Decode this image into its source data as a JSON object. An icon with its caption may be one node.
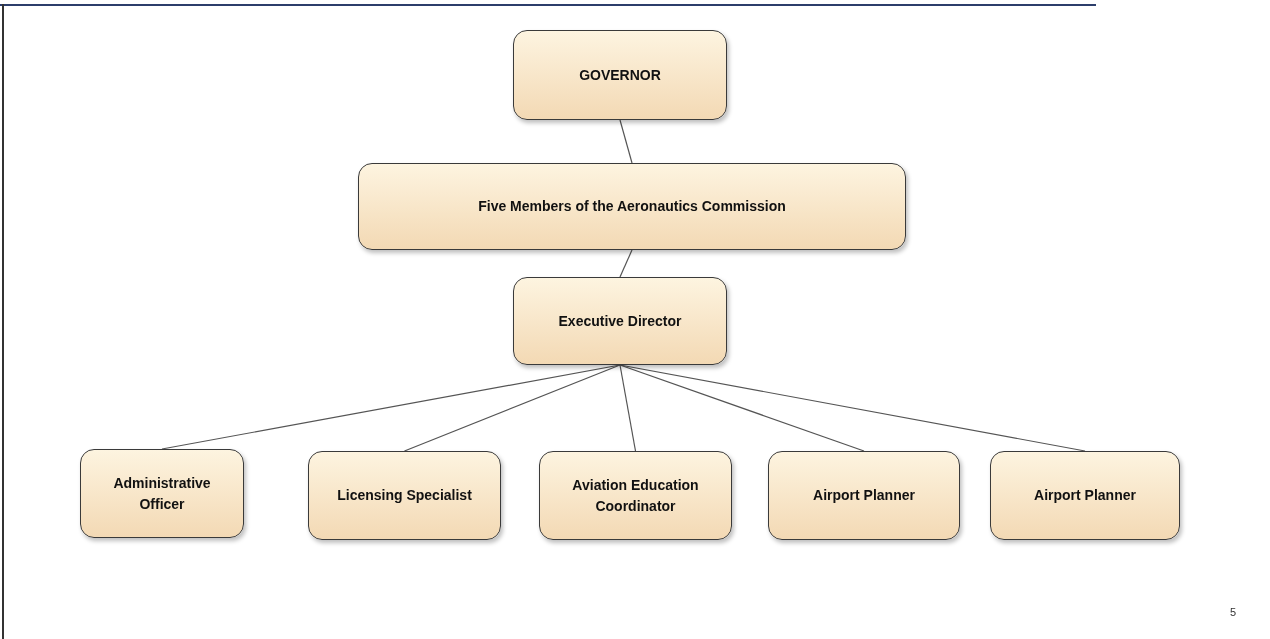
{
  "diagram": {
    "nodes": [
      {
        "text": [
          "GOVERNOR"
        ]
      },
      {
        "text": [
          "Five Members of the Aeronautics Commission"
        ]
      },
      {
        "text": [
          "Executive Director"
        ]
      },
      {
        "text": [
          "Administrative Officer"
        ]
      },
      {
        "text": [
          "Licensing Specialist"
        ]
      },
      {
        "text": [
          "Aviation Education Coordinator"
        ]
      },
      {
        "text": [
          "Airport Planner"
        ]
      },
      {
        "text": [
          "Airport Planner"
        ]
      }
    ],
    "edges": [
      {
        "from": 0,
        "to": 1,
        "arrow": "none"
      },
      {
        "from": 1,
        "to": 2,
        "arrow": "none"
      },
      {
        "from": 2,
        "to": 3,
        "arrow": "none"
      },
      {
        "from": 2,
        "to": 4,
        "arrow": "none"
      },
      {
        "from": 2,
        "to": 5,
        "arrow": "none"
      },
      {
        "from": 2,
        "to": 6,
        "arrow": "none"
      },
      {
        "from": 2,
        "to": 7,
        "arrow": "none"
      }
    ],
    "labels": [
      "5"
    ]
  }
}
